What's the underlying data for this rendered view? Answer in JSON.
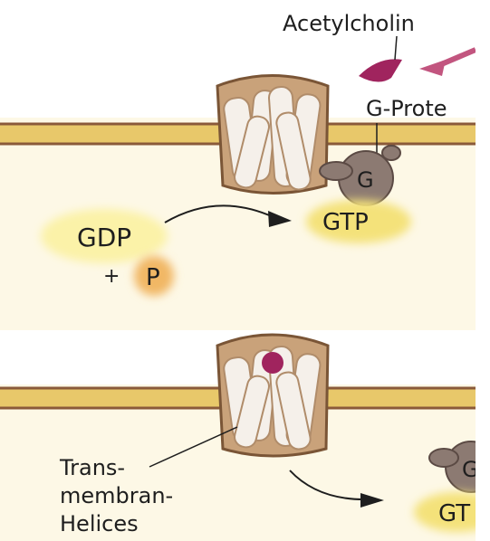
{
  "labels": {
    "acetylcholine": "Acetylcholin",
    "g_protein": "G-Prote",
    "g_subunit": "G",
    "gdp": "GDP",
    "gtp": "GTP",
    "plus": "+",
    "phosphate": "P",
    "transmembrane_line1": "Trans-",
    "transmembrane_line2": "membran-",
    "transmembrane_line3": "Helices",
    "g_subunit_cut": "G",
    "gtp_cut": "GT"
  },
  "colors": {
    "background": "#fdf8e6",
    "membrane_band": "#e8c86a",
    "membrane_line": "#8a5a3a",
    "receptor_body": "#c9a27a",
    "receptor_outline": "#7a5536",
    "helix_fill": "#f5f0ea",
    "g_protein_fill": "#8c7a72",
    "ligand": "#a0245e",
    "gdp_halo": "#fbf2a8",
    "gtp_halo": "#f4e27a",
    "phosphate": "#f1b765",
    "text": "#1e1e1e"
  }
}
